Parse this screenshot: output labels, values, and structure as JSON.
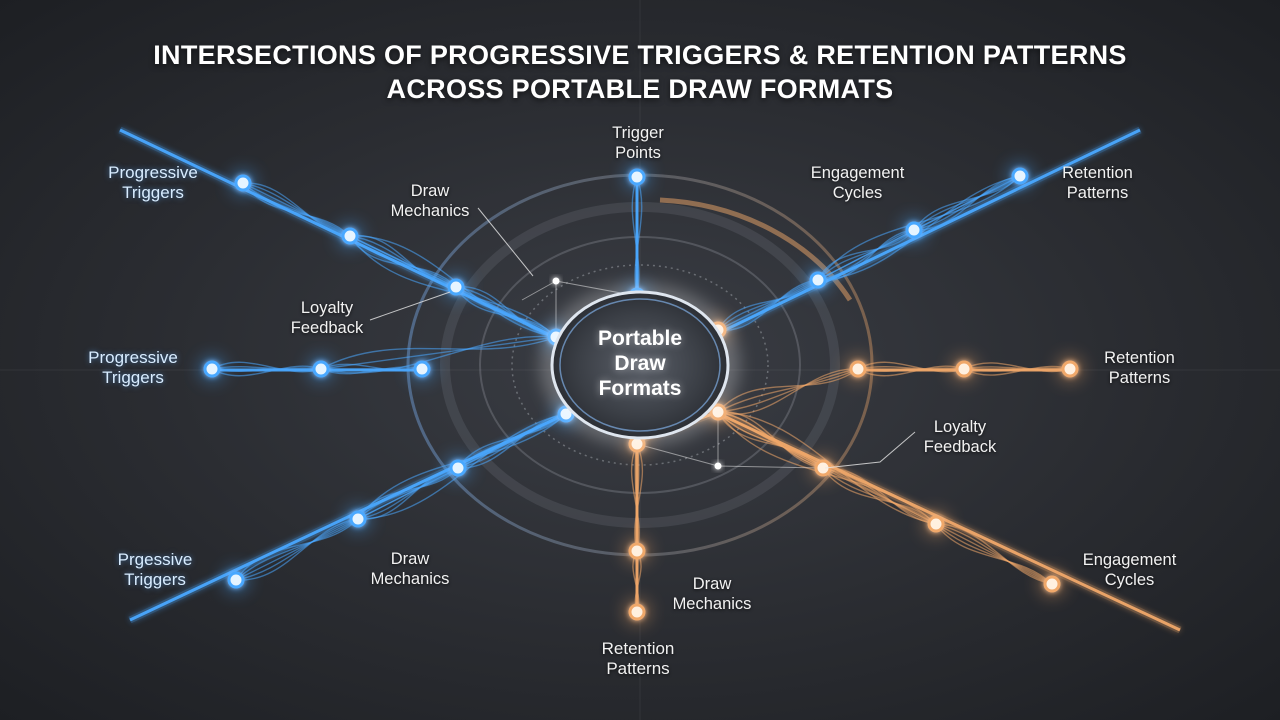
{
  "title_line1": "INTERSECTIONS OF PROGRESSIVE TRIGGERS & RETENTION PATTERNS",
  "title_line2": "ACROSS PORTABLE DRAW FORMATS",
  "center": {
    "line1": "Portable",
    "line2": "Draw",
    "line3": "Formats"
  },
  "labels": {
    "pt_top": [
      "Progressive",
      "Triggers"
    ],
    "draw_mech_top": [
      "Draw",
      "Mechanics"
    ],
    "trigger_points": [
      "Trigger",
      "Points"
    ],
    "engagement_top": [
      "Engagement",
      "Cycles"
    ],
    "retention_top": [
      "Retention",
      "Patterns"
    ],
    "loyalty_left": [
      "Loyalty",
      "Feedback"
    ],
    "pt_mid": [
      "Progressive",
      "Triggers"
    ],
    "retention_mid": [
      "Retention",
      "Patterns"
    ],
    "loyalty_right": [
      "Loyalty",
      "Feedback"
    ],
    "pt_bottom": [
      "Prgessive",
      "Triggers"
    ],
    "draw_mech_left": [
      "Draw",
      "Mechanics"
    ],
    "draw_mech_bottom": [
      "Draw",
      "Mechanics"
    ],
    "retention_bottom": [
      "Retention",
      "Patterns"
    ],
    "engagement_bottom": [
      "Engagement",
      "Cycles"
    ]
  },
  "colors": {
    "blue": "#4aa8ff",
    "blue_core": "#e6f4ff",
    "orange": "#f0a86a",
    "orange_core": "#fff0e0",
    "background": "#2a2c31"
  }
}
